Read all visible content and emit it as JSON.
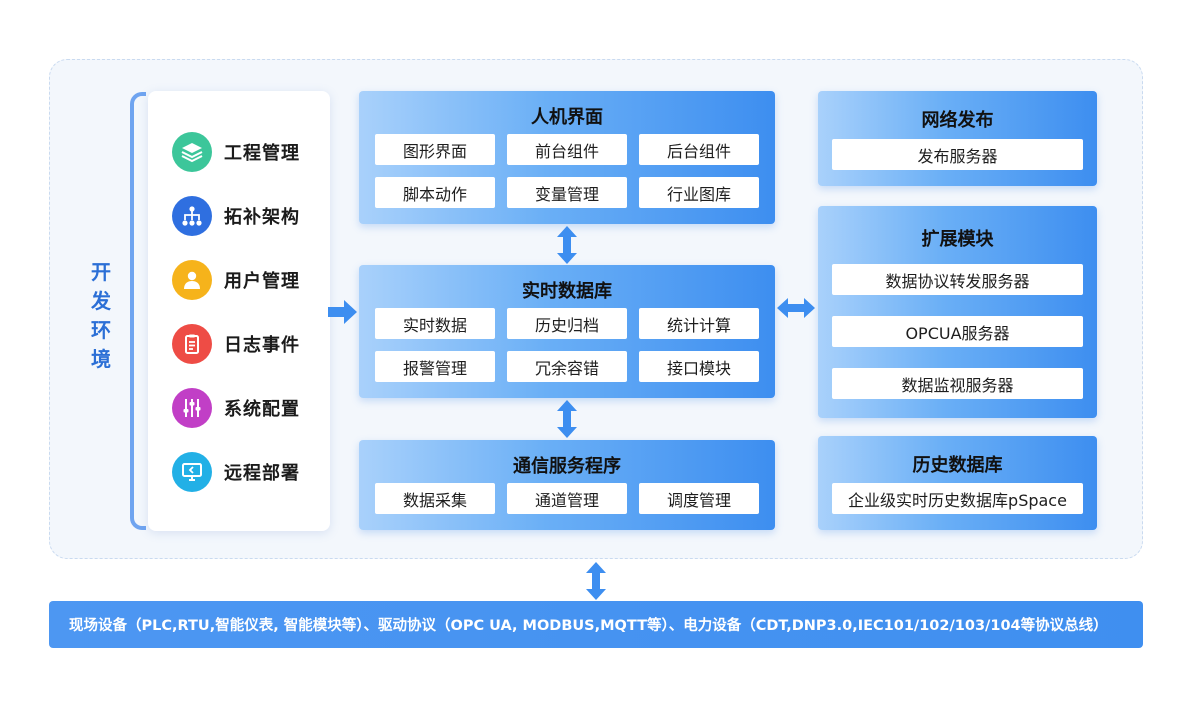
{
  "dev_env_label": "开发环境",
  "tools": [
    {
      "label": "工程管理",
      "icon": "layers-icon",
      "color": "#3cc69a"
    },
    {
      "label": "拓补架构",
      "icon": "topology-icon",
      "color": "#2f6fe0"
    },
    {
      "label": "用户管理",
      "icon": "user-icon",
      "color": "#f6b31b"
    },
    {
      "label": "日志事件",
      "icon": "log-icon",
      "color": "#ee4c45"
    },
    {
      "label": "系统配置",
      "icon": "sliders-icon",
      "color": "#c13fc6"
    },
    {
      "label": "远程部署",
      "icon": "monitor-icon",
      "color": "#22b0e6"
    }
  ],
  "hmi": {
    "title": "人机界面",
    "items": [
      "图形界面",
      "前台组件",
      "后台组件",
      "脚本动作",
      "变量管理",
      "行业图库"
    ]
  },
  "rtdb": {
    "title": "实时数据库",
    "items": [
      "实时数据",
      "历史归档",
      "统计计算",
      "报警管理",
      "冗余容错",
      "接口模块"
    ]
  },
  "comm": {
    "title": "通信服务程序",
    "items": [
      "数据采集",
      "通道管理",
      "调度管理"
    ]
  },
  "web": {
    "title": "网络发布",
    "items": [
      "发布服务器"
    ]
  },
  "ext": {
    "title": "扩展模块",
    "items": [
      "数据协议转发服务器",
      "OPCUA服务器",
      "数据监视服务器"
    ]
  },
  "hist": {
    "title": "历史数据库",
    "items": [
      "企业级实时历史数据库pSpace"
    ]
  },
  "bottom_bar": "现场设备（PLC,RTU,智能仪表, 智能模块等）、驱动协议（OPC UA, MODBUS,MQTT等）、电力设备（CDT,DNP3.0,IEC101/102/103/104等协议总线）",
  "colors": {
    "module_gradient_start": "#a9d1fb",
    "module_gradient_end": "#3d8ef0",
    "accent": "#2b6fd6",
    "bottom_bar": "#4394f1"
  }
}
